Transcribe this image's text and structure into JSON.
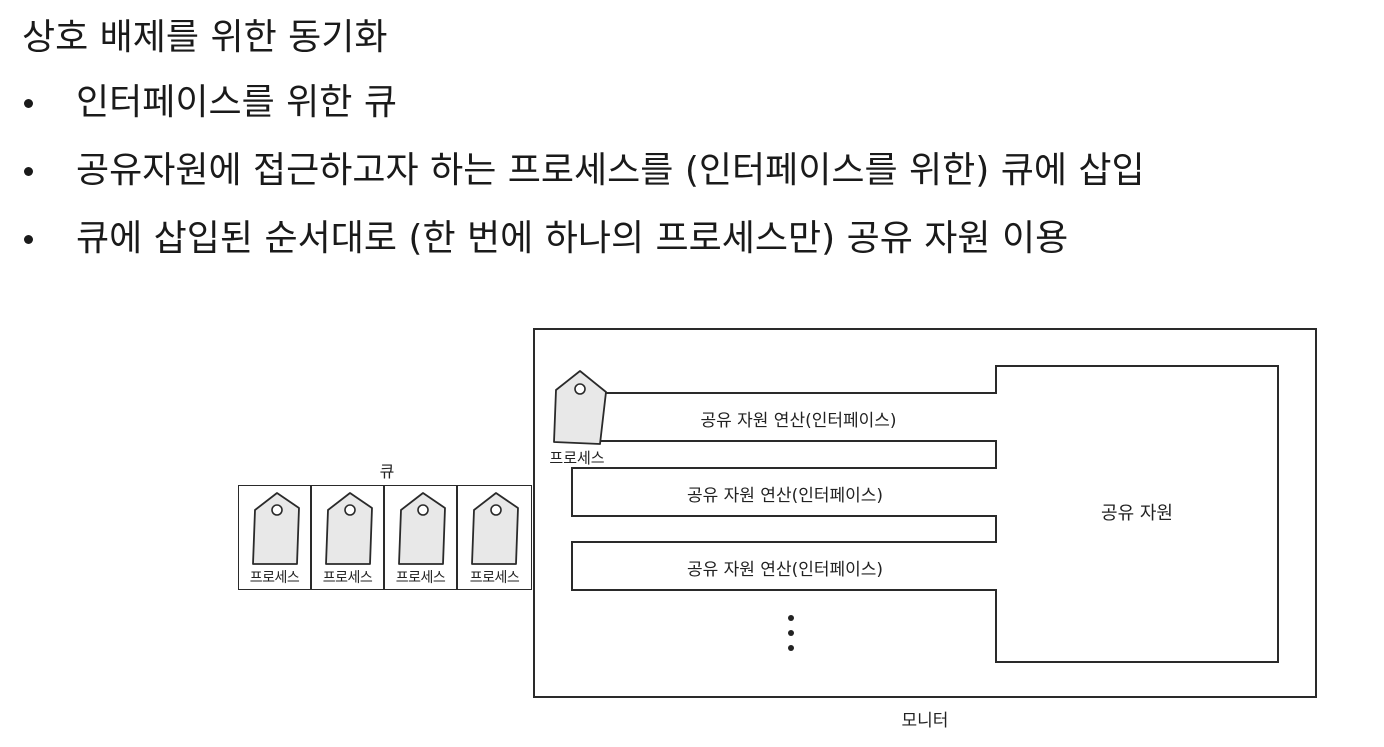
{
  "title": "상호 배제를 위한 동기화",
  "bullets": [
    "인터페이스를 위한 큐",
    "공유자원에 접근하고자 하는 프로세스를 (인터페이스를 위한) 큐에 삽입",
    "큐에 삽입된 순서대로 (한 번에 하나의 프로세스만) 공유 자원 이용"
  ],
  "diagram": {
    "queue_label": "큐",
    "queue_items": [
      "프로세스",
      "프로세스",
      "프로세스",
      "프로세스"
    ],
    "active_process_label": "프로세스",
    "interfaces": [
      "공유 자원 연산(인터페이스)",
      "공유 자원 연산(인터페이스)",
      "공유 자원 연산(인터페이스)"
    ],
    "shared_resource_label": "공유 자원",
    "monitor_label": "모니터",
    "colors": {
      "tag_fill": "#e8e8e8",
      "stroke": "#2a2a2a"
    },
    "icons": [
      "process-tag-icon",
      "ellipsis-icon"
    ]
  }
}
